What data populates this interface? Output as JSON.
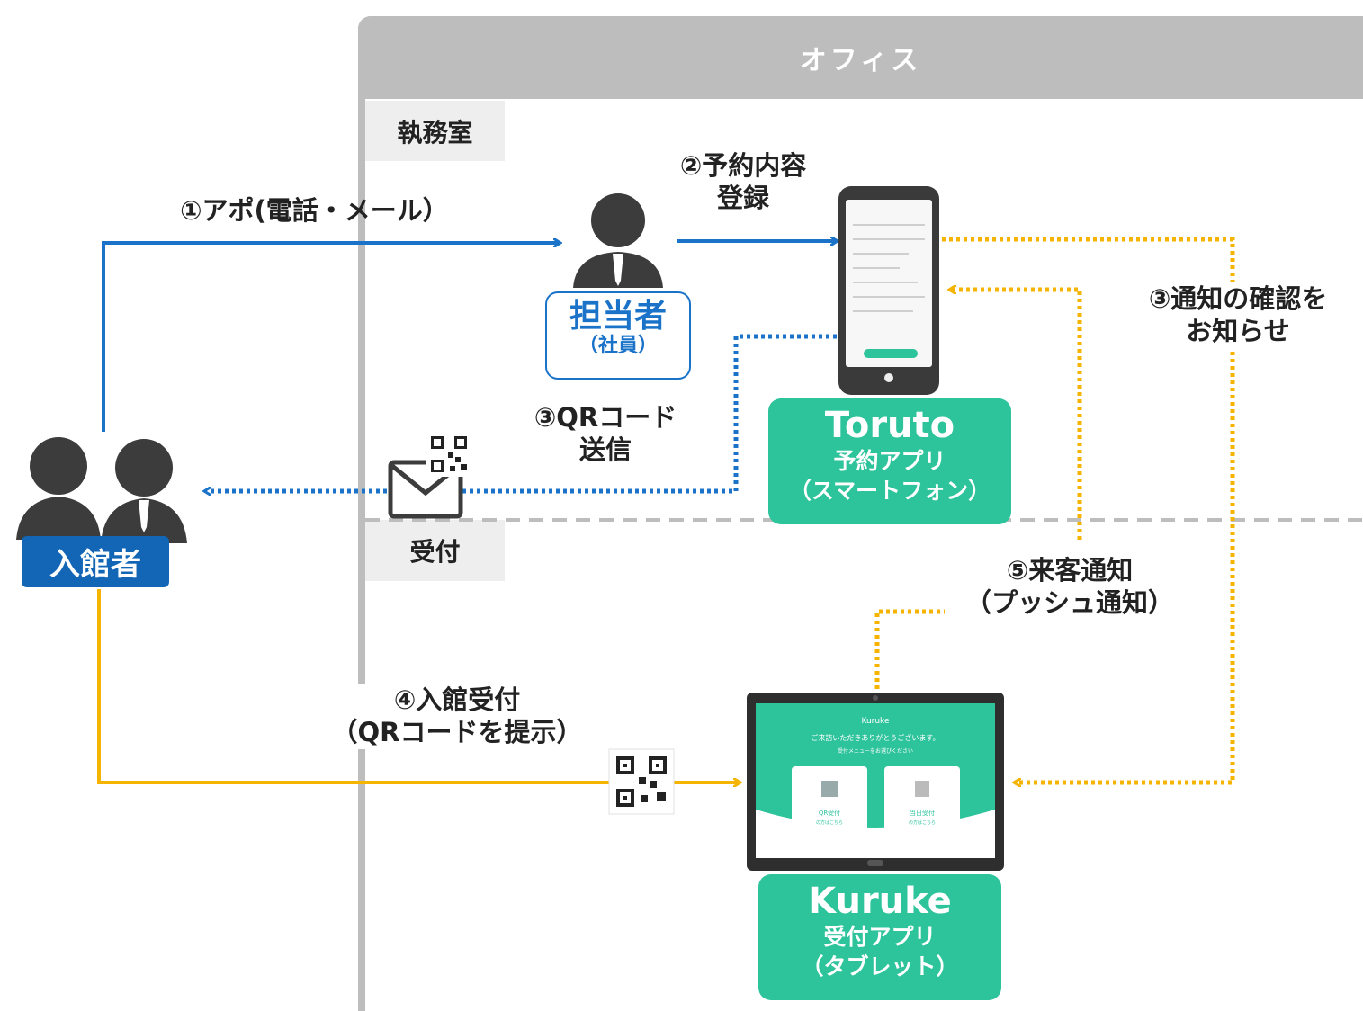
{
  "office": {
    "title": "オフィス"
  },
  "rooms": {
    "office_room": "執務室",
    "reception": "受付"
  },
  "persons": {
    "staff_title": "担当者",
    "staff_sub": "（社員）",
    "visitor": "入館者"
  },
  "apps": {
    "toruto": {
      "name": "Toruto",
      "line1": "予約アプリ",
      "line2": "（スマートフォン）"
    },
    "kuruke": {
      "name": "Kuruke",
      "line1": "受付アプリ",
      "line2": "（タブレット）"
    }
  },
  "steps": {
    "step1": "①アポ(電話・メール）",
    "step2_l1": "②予約内容",
    "step2_l2": "登録",
    "step3qr_l1": "③QRコード",
    "step3qr_l2": "送信",
    "step3notify_l1": "③通知の確認を",
    "step3notify_l2": "お知らせ",
    "step4_l1": "④入館受付",
    "step4_l2": "（QRコードを提示）",
    "step5_l1": "⑤来客通知",
    "step5_l2": "（プッシュ通知）"
  },
  "tablet_screen": {
    "brand": "Kuruke",
    "greeting": "ご来訪いただきありがとうございます。",
    "prompt": "受付メニューをお選びください",
    "card1_title": "QR受付",
    "card1_sub": "の方はこちら",
    "card2_title": "当日受付",
    "card2_sub": "の方はこちら"
  },
  "colors": {
    "blue": "#1a73c8",
    "yellow": "#f5b400",
    "green": "#2dc39b",
    "gray": "#bdbdbd"
  }
}
